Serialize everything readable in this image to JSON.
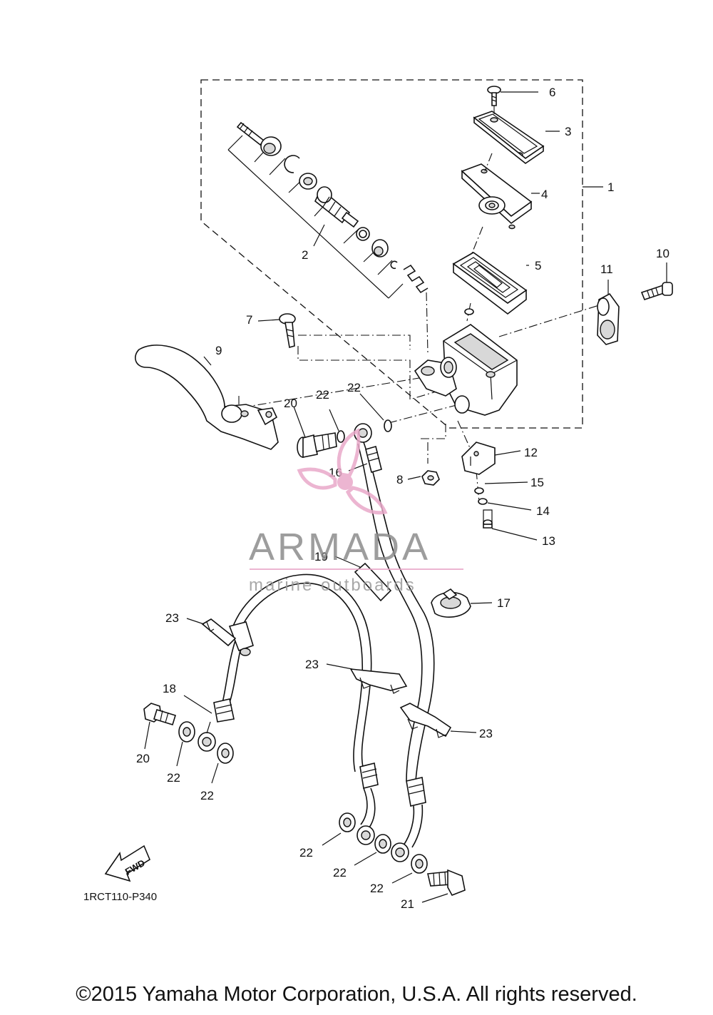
{
  "diagram": {
    "callouts": {
      "c1": "1",
      "c2": "2",
      "c3": "3",
      "c4": "4",
      "c5": "5",
      "c6": "6",
      "c7": "7",
      "c8": "8",
      "c9": "9",
      "c10": "10",
      "c11": "11",
      "c12": "12",
      "c13": "13",
      "c14": "14",
      "c15": "15",
      "c16": "16",
      "c17": "17",
      "c18": "18",
      "c19": "19",
      "c20a": "20",
      "c20b": "20",
      "c21": "21",
      "c22a": "22",
      "c22b": "22",
      "c22c": "22",
      "c22d": "22",
      "c22e": "22",
      "c22f": "22",
      "c22g": "22",
      "c23a": "23",
      "c23b": "23",
      "c23c": "23"
    },
    "fwd_label": "FWD",
    "drawing_code": "1RCT110-P340"
  },
  "watermark": {
    "brand": "ARMADA",
    "tagline": "marine outboards",
    "colors": {
      "pink": "#e9a9c9",
      "gray": "#8c8c8c"
    }
  },
  "footer": {
    "copyright": "©2015 Yamaha Motor Corporation, U.S.A. All rights reserved."
  }
}
